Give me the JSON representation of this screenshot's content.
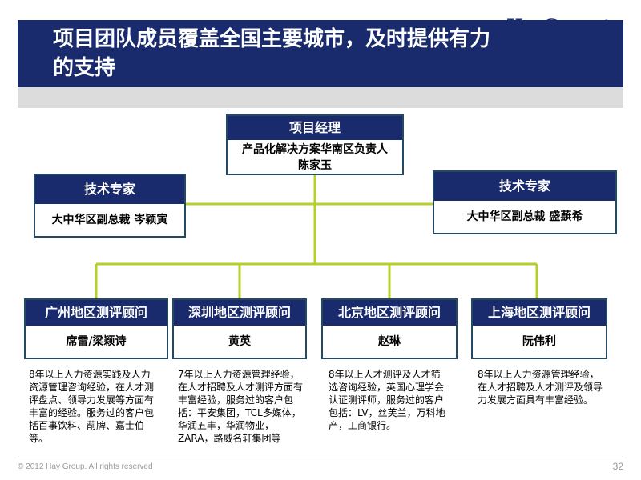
{
  "header": {
    "title": "项目团队成员覆盖全国主要城市，及时提供有力的支持",
    "logo_text": "HayGroup",
    "logo_mark": "®"
  },
  "org": {
    "manager": {
      "role": "项目经理",
      "line1": "产品化解决方案华南区负责人",
      "line2": "陈家玉"
    },
    "experts": [
      {
        "role": "技术专家",
        "name": "大中华区副总裁 岑颖寅"
      },
      {
        "role": "技术专家",
        "name": "大中华区副总裁 盛蕻希"
      }
    ],
    "consultants": [
      {
        "role": "广州地区测评顾问",
        "name": "席雷/梁颖诗",
        "desc": "8年以上人力资源实践及人力资源管理咨询经验，在人才测评盘点、领导力发展等方面有丰富的经验。服务过的客户包括百事饮料、萷牌、嘉士伯等。"
      },
      {
        "role": "深圳地区测评顾问",
        "name": "黄英",
        "desc": "7年以上人力资源管理经验，在人才招聘及人才测评方面有丰富经验，服务过的客户包括：平安集团，TCL多媒体，华润五丰，华润物业，ZARA，路威名轩集团等"
      },
      {
        "role": "北京地区测评顾问",
        "name": "赵琳",
        "desc": "8年以上人才测评及人才筛选咨询经验，英国心理学会认证测评师，服务过的客户包括：LV，丝芙兰，万科地产，工商银行。"
      },
      {
        "role": "上海地区测评顾问",
        "name": "阮伟利",
        "desc": "8年以上人力资源管理经验，在人才招聘及人才测评及领导力发展方面具有丰富经验。"
      }
    ]
  },
  "footer": {
    "copyright": "© 2012 Hay Group. All rights reserved",
    "page": "32"
  },
  "colors": {
    "navy": "#1a2b6d",
    "connector": "#b5cf2b",
    "border": "#244a63"
  }
}
